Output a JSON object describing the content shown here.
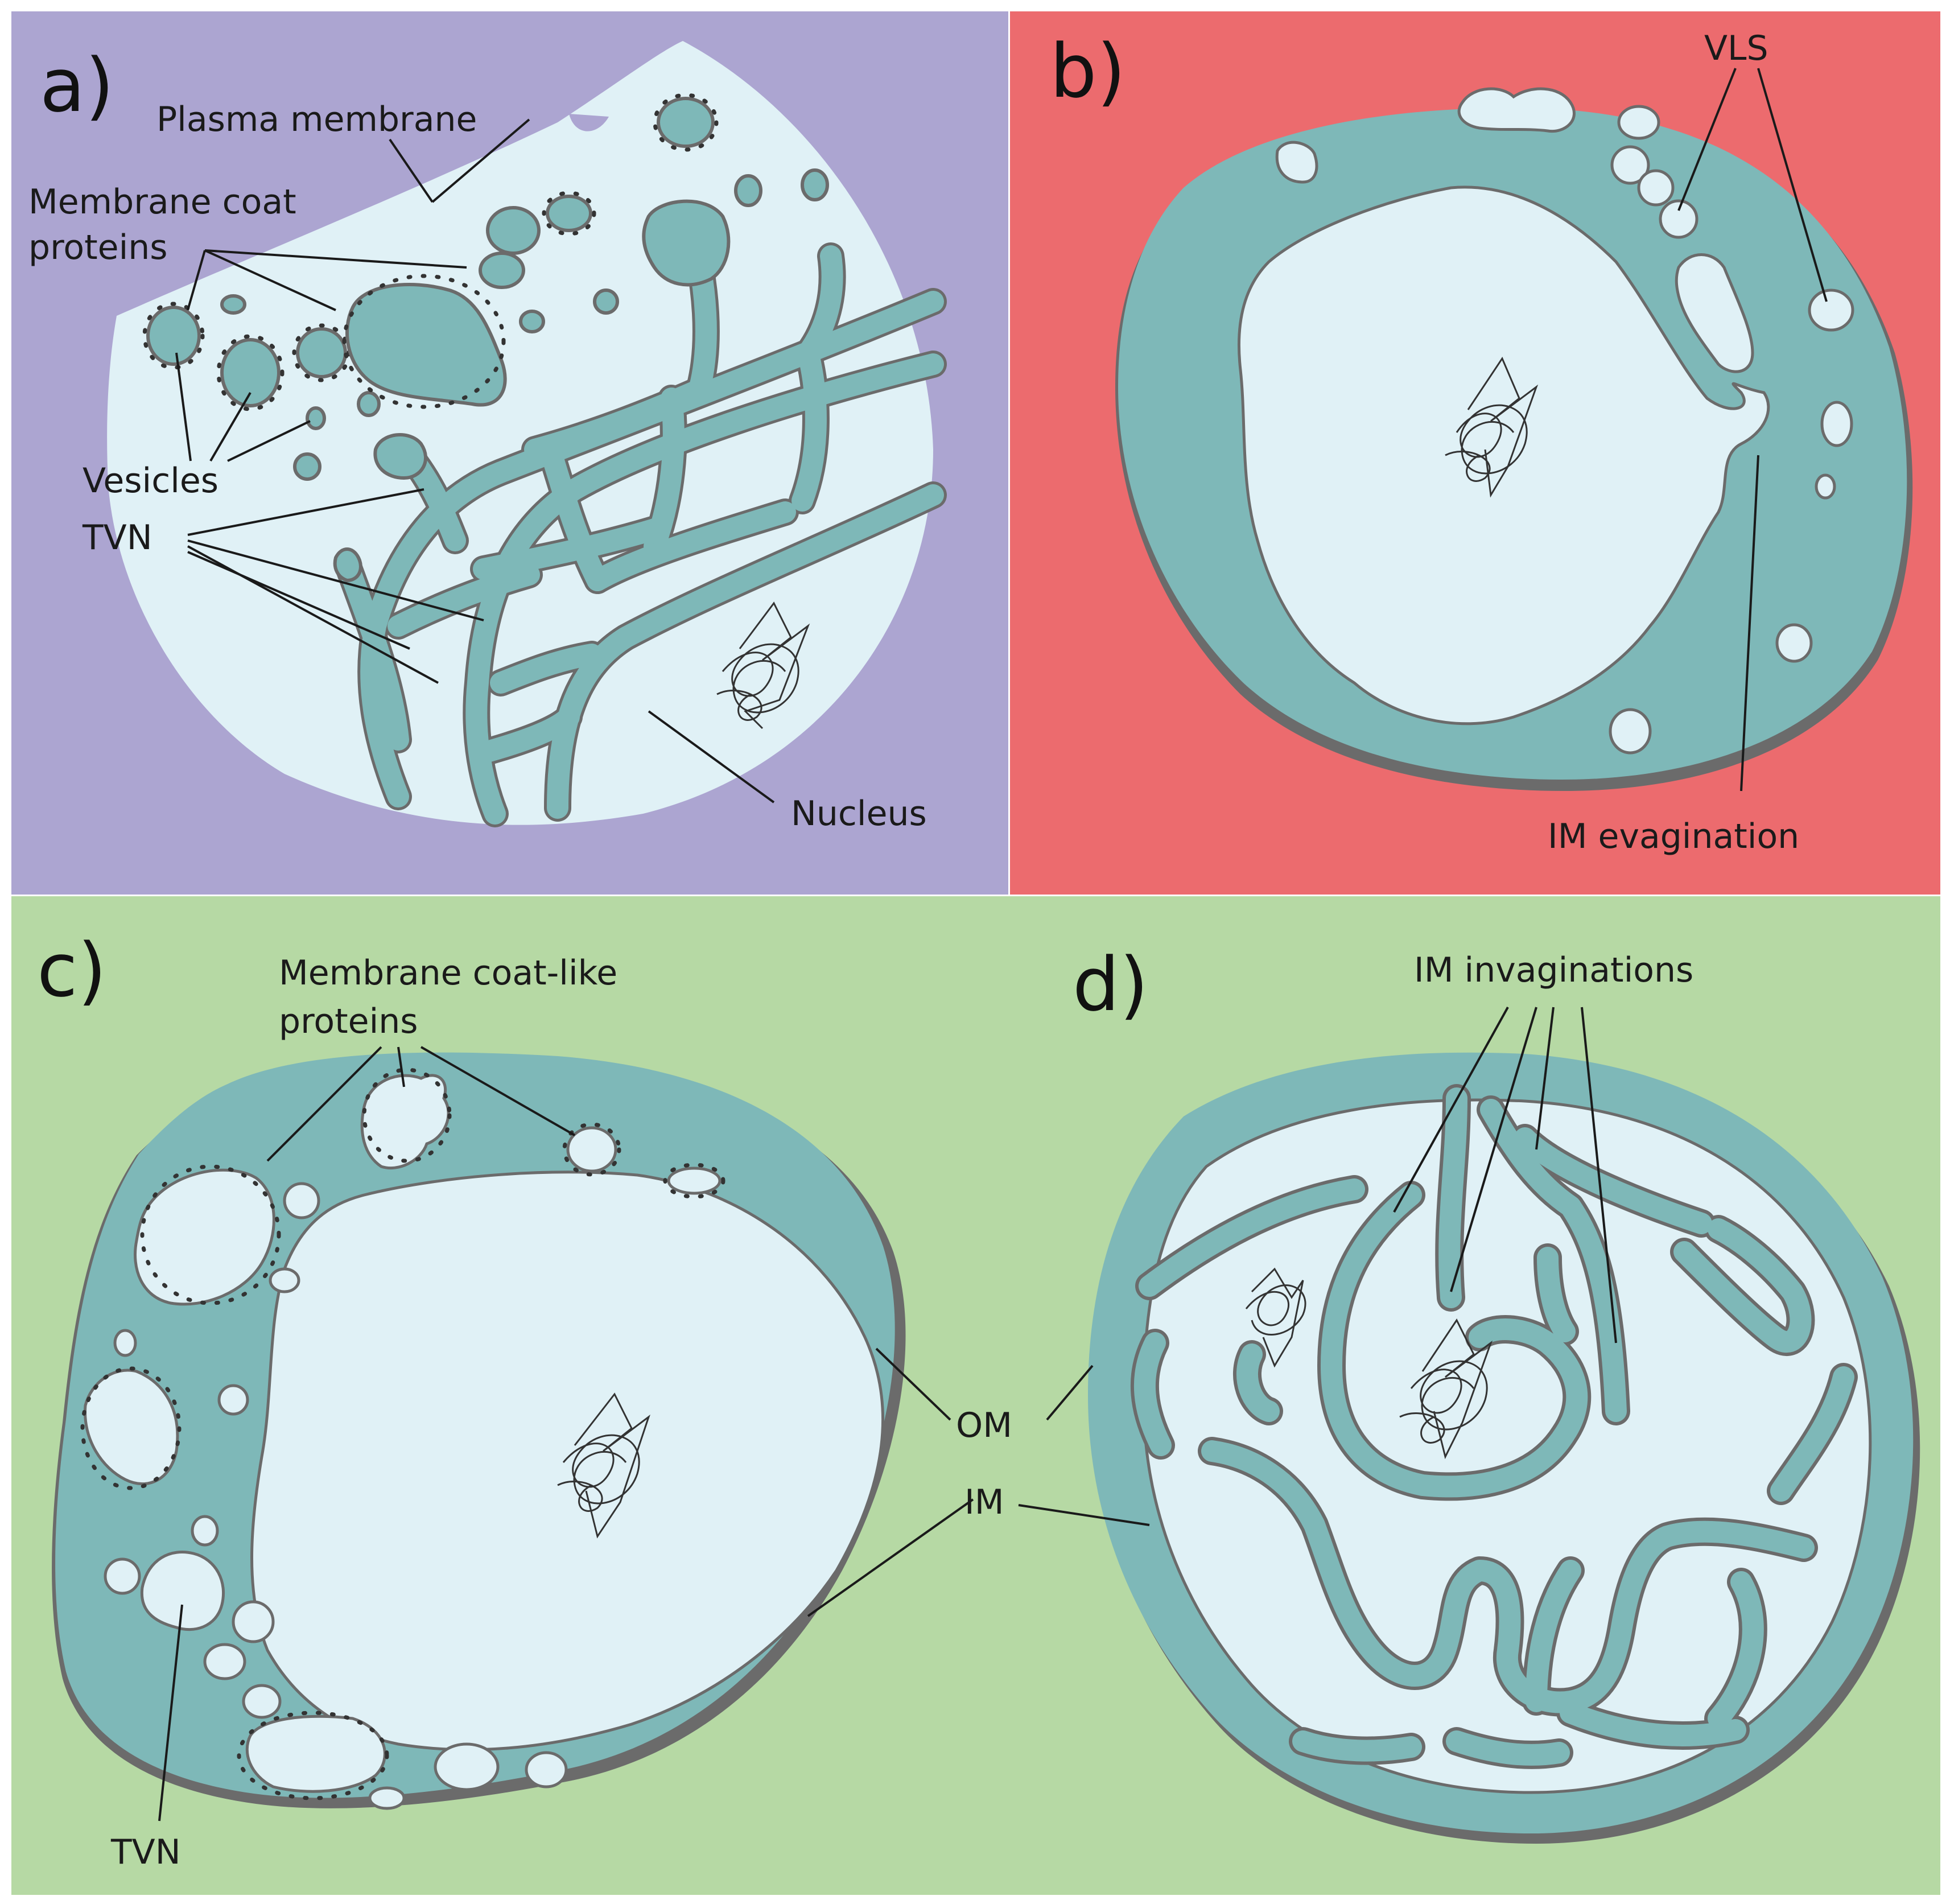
{
  "panels": {
    "a": {
      "letter": "a)",
      "background": "#aca5d1",
      "labels": {
        "plasma_membrane": "Plasma membrane",
        "coat_line1": "Membrane coat",
        "coat_line2": "proteins",
        "vesicles": "Vesicles",
        "tvn": "TVN",
        "nucleus": "Nucleus"
      }
    },
    "b": {
      "letter": "b)",
      "background": "#ec6b6e",
      "labels": {
        "vls": "VLS",
        "im_evagination": "IM evagination"
      }
    },
    "c": {
      "letter": "c)",
      "background": "#b6d9a4",
      "labels": {
        "coat_like_line1": "Membrane coat-like",
        "coat_like_line2": "proteins",
        "om": "OM",
        "im": "IM",
        "tvn": "TVN"
      }
    },
    "d": {
      "letter": "d)",
      "background": "#b6d9a4",
      "labels": {
        "im_invaginations": "IM invaginations"
      }
    }
  },
  "colors": {
    "membrane_fill": "#7eb8b8",
    "membrane_edge": "#6b6b6b",
    "cytoplasm": "#e0f1f6",
    "text": "#1a1a1a"
  }
}
